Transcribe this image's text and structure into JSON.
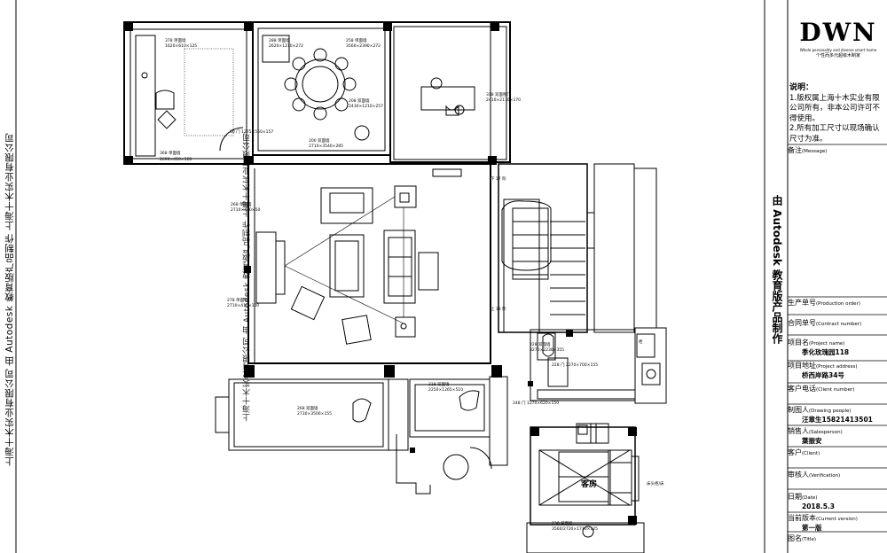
{
  "texts": {
    "room_a": "378 单面墙",
    "room_a_dim": "1620×610×125",
    "room_b": "288 单面墙",
    "room_b_dim": "2620×1210×272",
    "room_c": "258 单面墙",
    "room_c_dim": "3560×2390×272",
    "room_d": "208 双面墙",
    "room_d_dim": "2430×1210×257",
    "room_e": "200 双面墙",
    "room_e_dim": "2710×3540×285",
    "room_f": "30 门 1275×560×157",
    "room_g": "368 单面墙",
    "room_g_dim": "2690×410×128",
    "room_h": "318 双面移门",
    "room_h_dim": "2410×2170×170",
    "room_i": "268 单面墙",
    "room_i_dim": "2710×410×50",
    "room_j": "278 单面墙",
    "room_j_dim": "2710×410×100",
    "room_k": "268 双面墙",
    "room_k_dim": "2730×3500×155",
    "room_l": "218 双面墙",
    "room_l_dim": "2250×1265×510",
    "room_m": "228 双面墙",
    "room_m_dim": "3270×2230×355",
    "room_n": "228 门 2270×700×155",
    "room_o": "248 门 1270×620×150",
    "room_p": "238 单面墙",
    "room_p_dim": "3560/2720×1710×125",
    "stair_down": "下 17 阶",
    "stair_up": "上 18 阶",
    "bed_label": "客房",
    "side_note": "床头柜/床",
    "box_label": "柜"
  },
  "logo": {
    "brand": "DWN",
    "tagline": "Whole personality and diverse smart home",
    "cn": "个性而多元超级木制家"
  },
  "notes": {
    "title": "说明：",
    "n1": "1.版权属上海十木实业有限公司所有，非本公司许可不得使用。",
    "n2": "2.所有加工尺寸以现场确认尺寸为准。"
  },
  "title_block": {
    "remark_label": "备注",
    "remark_en": "(Message)",
    "prod_label": "生产单号",
    "prod_en": "(Production order)",
    "contract_label": "合同单号",
    "contract_en": "(Contract number)",
    "project_label": "项目名",
    "project_en": "(Project name)",
    "project_value": "季化玫瑰园118",
    "address_label": "项目地址",
    "address_en": "(Project address)",
    "address_value": "桥西岸路34号",
    "phone_label": "客户电话",
    "phone_en": "(Client number)",
    "drawer_label": "制图人",
    "drawer_en": "(Drawing people)",
    "drawer_value": "汪章生15821413501",
    "sales_label": "销售人",
    "sales_en": "(Salesperson)",
    "sales_value": "葉振安",
    "client_label": "客户",
    "client_en": "(Client)",
    "verify_label": "审核人",
    "verify_en": "(Verification)",
    "date_label": "日期",
    "date_en": "(Date)",
    "date_value": "2018.5.3",
    "version_label": "当前版本",
    "version_en": "(Current version)",
    "version_value": "第一版",
    "title_label": "图名",
    "title_en": "(Title)"
  },
  "vertical": {
    "left": "上海十木实业有限公司 由 Autodesk 教育版产品制作 上海十木实业有限公司",
    "right": "由 Autodesk 教育版产品制作"
  }
}
